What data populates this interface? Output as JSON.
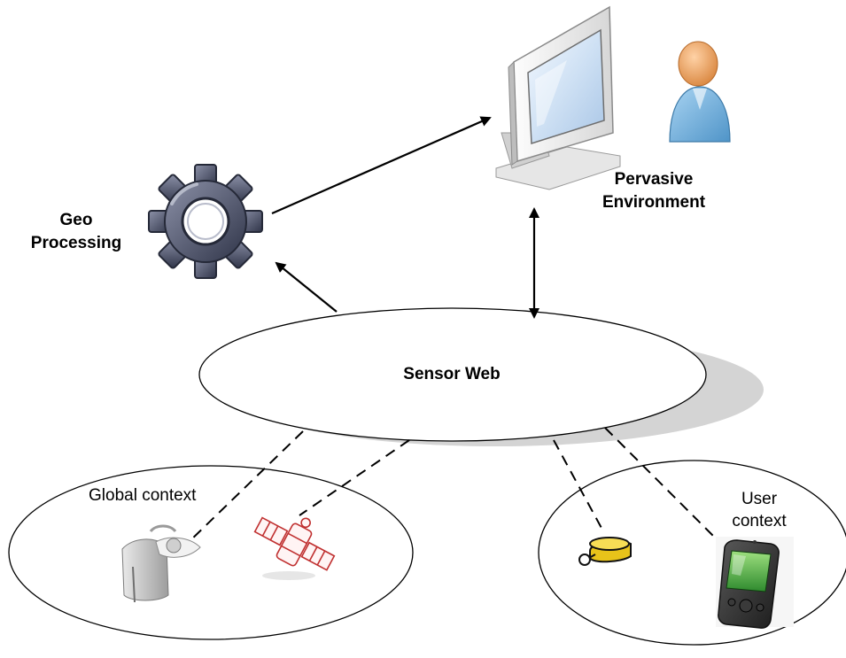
{
  "nodes": {
    "geo_processing": {
      "line1": "Geo",
      "line2": "Processing",
      "icon": "gear-icon"
    },
    "pervasive_environment": {
      "line1": "Pervasive",
      "line2": "Environment",
      "icon": "monitor-icon",
      "user_icon": "user-icon"
    },
    "sensor_web": {
      "label": "Sensor Web"
    },
    "global_context": {
      "label": "Global context",
      "icons": [
        "weather-station-icon",
        "satellite-icon"
      ]
    },
    "user_context": {
      "line1": "User",
      "line2": "context",
      "icons": [
        "webcam-icon",
        "pda-phone-icon"
      ]
    }
  },
  "edges": [
    {
      "from": "Geo Processing",
      "to": "Pervasive Environment",
      "style": "solid-arrow"
    },
    {
      "from": "Sensor Web",
      "to": "Geo Processing",
      "style": "solid-arrow"
    },
    {
      "from": "Sensor Web",
      "to": "Pervasive Environment",
      "style": "double-arrow"
    },
    {
      "from": "Sensor Web",
      "to": "Global context",
      "style": "dashed"
    },
    {
      "from": "Sensor Web",
      "to": "User context",
      "style": "dashed"
    }
  ],
  "colors": {
    "gear_body": "#4a5066",
    "monitor_screen": "#dbe9f7",
    "user_body": "#7bb6e0",
    "user_head": "#f0a868",
    "satellite": "#c03030",
    "webcam": "#e8c31a",
    "pda_screen": "#58b848",
    "shadow": "#cfcfcf"
  }
}
